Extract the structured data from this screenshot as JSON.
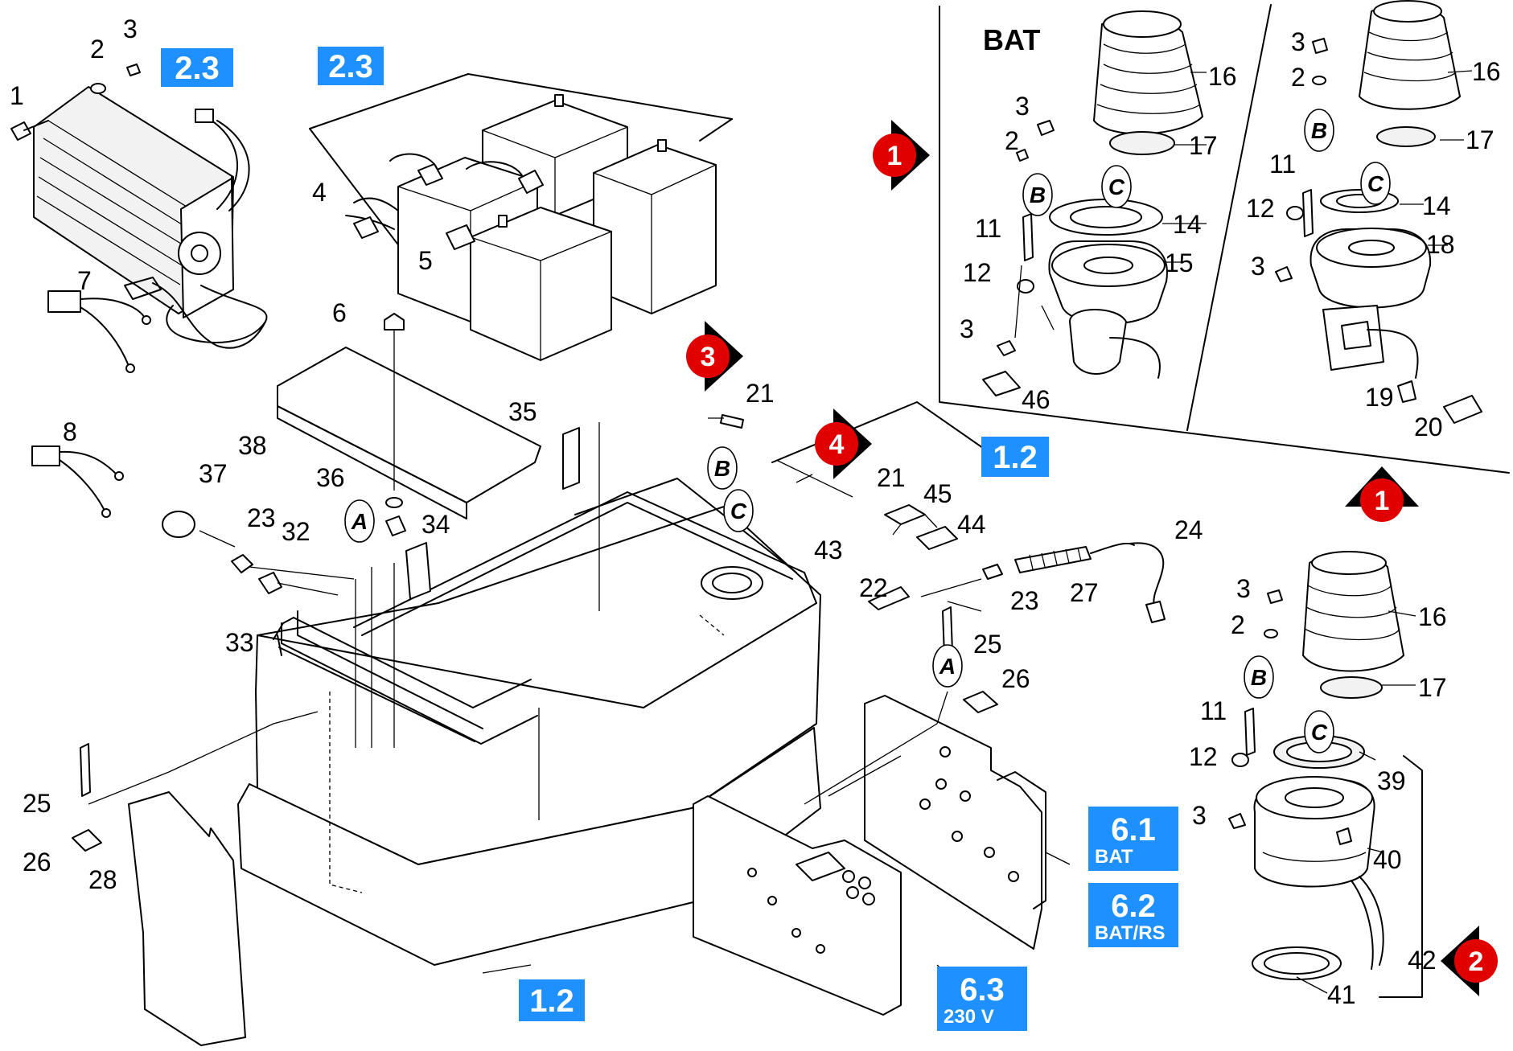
{
  "diagram": {
    "inset_heading": "BAT",
    "badges": [
      {
        "name": "badge-2-3-charger",
        "main": "2.3",
        "sub": ""
      },
      {
        "name": "badge-2-3-batteries",
        "main": "2.3",
        "sub": ""
      },
      {
        "name": "badge-1-2-bracket",
        "main": "1.2",
        "sub": ""
      },
      {
        "name": "badge-1-2-housing",
        "main": "1.2",
        "sub": ""
      },
      {
        "name": "badge-6-1",
        "main": "6.1",
        "sub": "BAT"
      },
      {
        "name": "badge-6-2",
        "main": "6.2",
        "sub": "BAT/RS"
      },
      {
        "name": "badge-6-3",
        "main": "6.3",
        "sub": "230 V"
      }
    ],
    "markers": [
      {
        "name": "marker-1-inset",
        "label": "1"
      },
      {
        "name": "marker-1-lower",
        "label": "1"
      },
      {
        "name": "marker-2",
        "label": "2"
      },
      {
        "name": "marker-3",
        "label": "3"
      },
      {
        "name": "marker-4",
        "label": "4"
      }
    ],
    "reference_ovals": [
      {
        "name": "oval-b-inset1",
        "label": "B"
      },
      {
        "name": "oval-c-inset1",
        "label": "C"
      },
      {
        "name": "oval-b-inset2",
        "label": "B"
      },
      {
        "name": "oval-c-inset2",
        "label": "C"
      },
      {
        "name": "oval-b-right",
        "label": "B"
      },
      {
        "name": "oval-c-right",
        "label": "C"
      },
      {
        "name": "oval-b-housing",
        "label": "B"
      },
      {
        "name": "oval-c-housing",
        "label": "C"
      },
      {
        "name": "oval-a-housing",
        "label": "A"
      },
      {
        "name": "oval-a-board",
        "label": "A"
      }
    ],
    "callouts": [
      {
        "name": "callout-1",
        "label": "1"
      },
      {
        "name": "callout-2",
        "label": "2"
      },
      {
        "name": "callout-3",
        "label": "3"
      },
      {
        "name": "callout-4",
        "label": "4"
      },
      {
        "name": "callout-5",
        "label": "5"
      },
      {
        "name": "callout-6",
        "label": "6"
      },
      {
        "name": "callout-7",
        "label": "7"
      },
      {
        "name": "callout-8",
        "label": "8"
      },
      {
        "name": "callout-38",
        "label": "38"
      },
      {
        "name": "callout-37",
        "label": "37"
      },
      {
        "name": "callout-36",
        "label": "36"
      },
      {
        "name": "callout-34",
        "label": "34"
      },
      {
        "name": "callout-35",
        "label": "35"
      },
      {
        "name": "callout-21-top",
        "label": "21"
      },
      {
        "name": "callout-23-left",
        "label": "23"
      },
      {
        "name": "callout-32",
        "label": "32"
      },
      {
        "name": "callout-33",
        "label": "33"
      },
      {
        "name": "callout-25-left",
        "label": "25"
      },
      {
        "name": "callout-26-left",
        "label": "26"
      },
      {
        "name": "callout-28",
        "label": "28"
      },
      {
        "name": "callout-21-mid",
        "label": "21"
      },
      {
        "name": "callout-45",
        "label": "45"
      },
      {
        "name": "callout-43",
        "label": "43"
      },
      {
        "name": "callout-44",
        "label": "44"
      },
      {
        "name": "callout-22",
        "label": "22"
      },
      {
        "name": "callout-23-right",
        "label": "23"
      },
      {
        "name": "callout-27",
        "label": "27"
      },
      {
        "name": "callout-24",
        "label": "24"
      },
      {
        "name": "callout-25-right",
        "label": "25"
      },
      {
        "name": "callout-26-right",
        "label": "26"
      },
      {
        "name": "i1-16",
        "label": "16"
      },
      {
        "name": "i1-17",
        "label": "17"
      },
      {
        "name": "i1-14",
        "label": "14"
      },
      {
        "name": "i1-15",
        "label": "15"
      },
      {
        "name": "i1-3-top",
        "label": "3"
      },
      {
        "name": "i1-2",
        "label": "2"
      },
      {
        "name": "i1-11",
        "label": "11"
      },
      {
        "name": "i1-12",
        "label": "12"
      },
      {
        "name": "i1-3-bottom",
        "label": "3"
      },
      {
        "name": "i1-46",
        "label": "46"
      },
      {
        "name": "i2-3-top",
        "label": "3"
      },
      {
        "name": "i2-2",
        "label": "2"
      },
      {
        "name": "i2-16",
        "label": "16"
      },
      {
        "name": "i2-17",
        "label": "17"
      },
      {
        "name": "i2-11",
        "label": "11"
      },
      {
        "name": "i2-12",
        "label": "12"
      },
      {
        "name": "i2-14",
        "label": "14"
      },
      {
        "name": "i2-18",
        "label": "18"
      },
      {
        "name": "i2-3-bottom",
        "label": "3"
      },
      {
        "name": "i2-19",
        "label": "19"
      },
      {
        "name": "i2-20",
        "label": "20"
      },
      {
        "name": "r-3-top",
        "label": "3"
      },
      {
        "name": "r-2",
        "label": "2"
      },
      {
        "name": "r-16",
        "label": "16"
      },
      {
        "name": "r-17",
        "label": "17"
      },
      {
        "name": "r-11",
        "label": "11"
      },
      {
        "name": "r-12",
        "label": "12"
      },
      {
        "name": "r-39",
        "label": "39"
      },
      {
        "name": "r-3-bottom",
        "label": "3"
      },
      {
        "name": "r-40",
        "label": "40"
      },
      {
        "name": "r-42",
        "label": "42"
      },
      {
        "name": "r-41",
        "label": "41"
      }
    ]
  }
}
